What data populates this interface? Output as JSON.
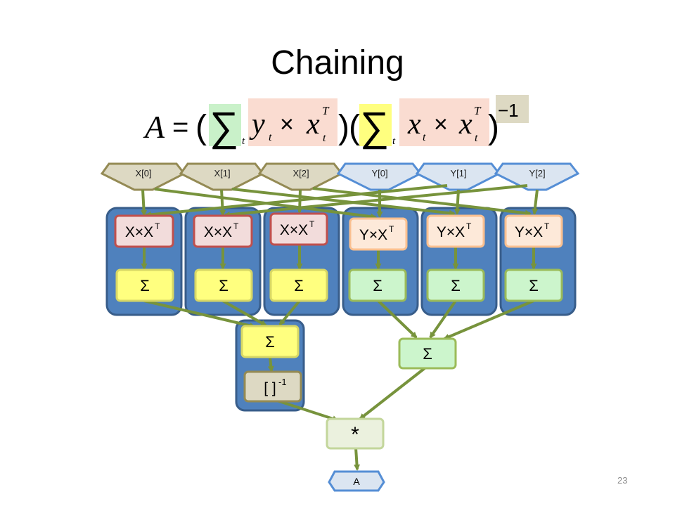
{
  "slide": {
    "title": "Chaining",
    "page_number": "23"
  },
  "formula": {
    "lhs": "A",
    "eq": "=",
    "open": "(",
    "close": ")",
    "sum": "∑",
    "sub_t": "t",
    "term1": {
      "a": "y",
      "times": "×",
      "b": "x",
      "sup": "T",
      "sub": "t"
    },
    "term2": {
      "a": "x",
      "times": "×",
      "b": "x",
      "sup": "T",
      "sub": "t"
    },
    "inv": "−1",
    "colors": {
      "sum1": "#c9f1c9",
      "term": "#fadcd1",
      "sum2": "#ffff7f",
      "inv": "#ddd9c3"
    }
  },
  "inputs": {
    "x": [
      "X[0]",
      "X[1]",
      "X[2]"
    ],
    "y": [
      "Y[0]",
      "Y[1]",
      "Y[2]"
    ],
    "colors": {
      "x_fill": "#ddd9c3",
      "x_stroke": "#948a54",
      "y_fill": "#dbe5f1",
      "y_stroke": "#558ed5"
    }
  },
  "map_nodes": {
    "xx_label": "X×X",
    "yx_label": "Y×X",
    "sup": "T",
    "colors": {
      "xx_fill": "#f2dcdb",
      "xx_stroke": "#c0504d",
      "yx_fill": "#fde9d9",
      "yx_stroke": "#fac090"
    }
  },
  "reduce_nodes": {
    "label": "Σ",
    "colors": {
      "x_fill": "#ffff7f",
      "x_stroke": "#d7d765",
      "y_fill": "#ccf5cc",
      "y_stroke": "#9bbb59"
    }
  },
  "stage2": {
    "sum_label": "Σ",
    "inverse_label": "[ ]",
    "inverse_sup": "-1",
    "colors": {
      "inv_fill": "#ddd9c3",
      "inv_stroke": "#948a54"
    }
  },
  "multiply": {
    "label": "*",
    "colors": {
      "fill": "#ebf1de",
      "stroke": "#c3d69b"
    }
  },
  "output": {
    "label": "A"
  },
  "colors": {
    "container_fill": "#4f81bd",
    "container_stroke": "#385d8a",
    "arrow": "#77933c"
  }
}
